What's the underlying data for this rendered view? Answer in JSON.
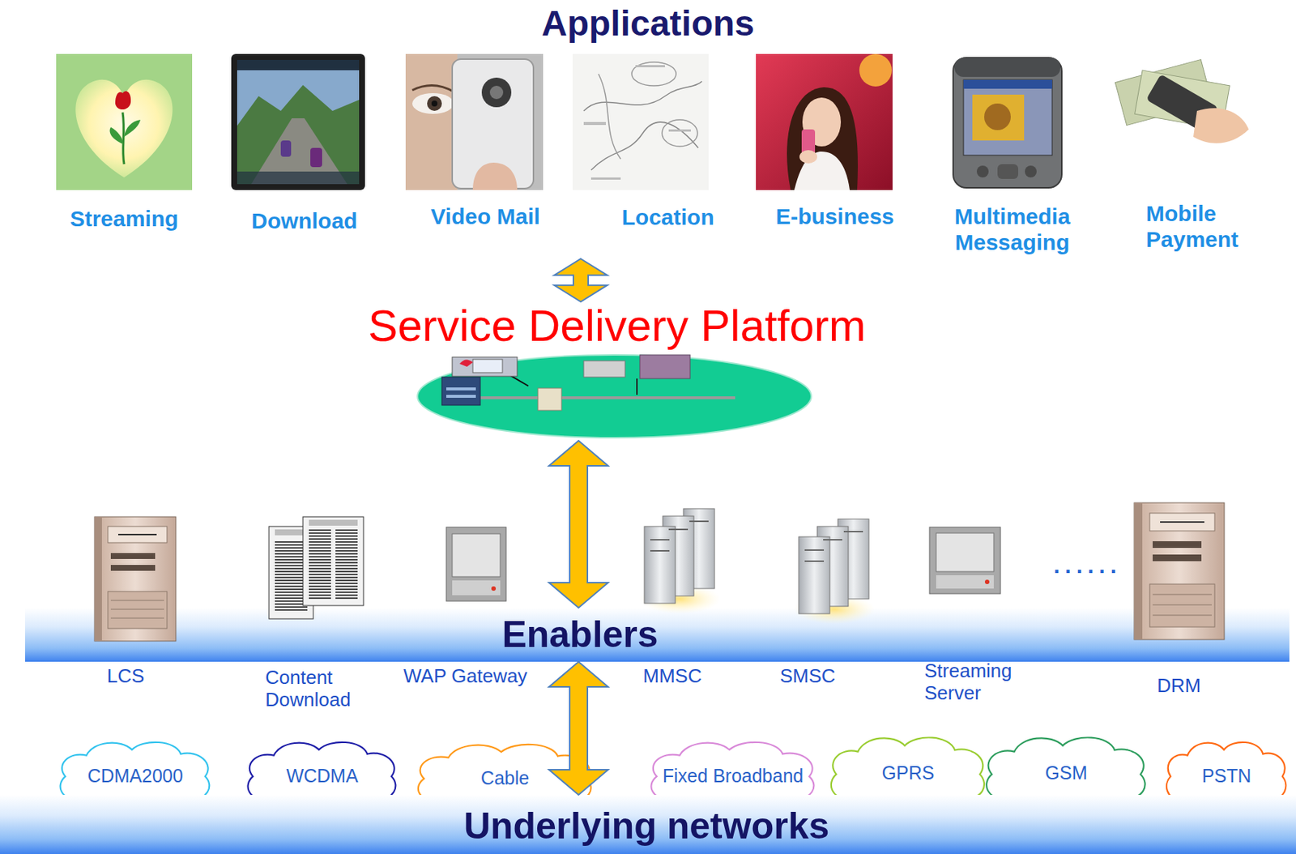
{
  "diagram": {
    "nodes": [
      {
        "text": [
          "Applications"
        ]
      },
      {
        "text": [
          "Streaming"
        ],
        "in": 0
      },
      {
        "text": [
          "Download"
        ],
        "in": 0
      },
      {
        "text": [
          "Video Mail"
        ],
        "in": 0
      },
      {
        "text": [
          "Location"
        ],
        "in": 0
      },
      {
        "text": [
          "E-business"
        ],
        "in": 0
      },
      {
        "text": [
          "Multimedia Messaging"
        ],
        "in": 0
      },
      {
        "text": [
          "Mobile Payment"
        ],
        "in": 0
      },
      {
        "text": [
          "Service Delivery Platform"
        ]
      },
      {
        "text": [
          "LCS"
        ]
      },
      {
        "text": [
          "Content Download"
        ]
      },
      {
        "text": [
          "WAP Gateway"
        ]
      },
      {
        "text": [
          "MMSC"
        ]
      },
      {
        "text": [
          "SMSC"
        ]
      },
      {
        "text": [
          "Streaming Server"
        ]
      },
      {
        "text": [
          "DRM"
        ]
      },
      {
        "text": [
          "Enablers"
        ]
      },
      {
        "text": [
          "CDMA2000"
        ]
      },
      {
        "text": [
          "WCDMA"
        ]
      },
      {
        "text": [
          "Cable"
        ]
      },
      {
        "text": [
          "Fixed Broadband"
        ]
      },
      {
        "text": [
          "GPRS"
        ]
      },
      {
        "text": [
          "GSM"
        ]
      },
      {
        "text": [
          "PSTN"
        ]
      },
      {
        "text": [
          "Underlying networks"
        ]
      }
    ],
    "edges": [
      {
        "from": 0,
        "to": 8,
        "arrow": "both"
      },
      {
        "from": 8,
        "to": 16,
        "arrow": "both"
      },
      {
        "from": 16,
        "to": 24,
        "arrow": "both"
      }
    ],
    "labels": [
      "......"
    ]
  }
}
